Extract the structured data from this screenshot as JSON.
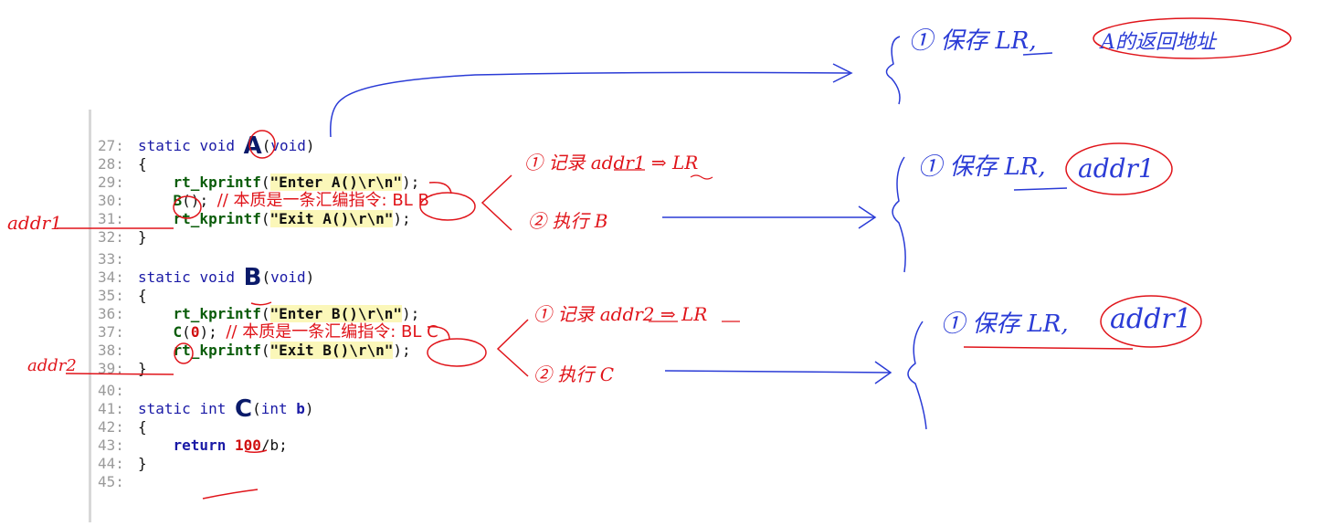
{
  "code": {
    "lines": [
      {
        "n": "27:",
        "parts": [
          {
            "t": "static ",
            "c": "kw"
          },
          {
            "t": "void ",
            "c": "kw"
          },
          {
            "t": "A",
            "c": "big"
          },
          {
            "t": "(",
            "c": "plain"
          },
          {
            "t": "void",
            "c": "kw"
          },
          {
            "t": ")",
            "c": "plain"
          }
        ]
      },
      {
        "n": "28:",
        "parts": [
          {
            "t": "{",
            "c": "plain"
          }
        ]
      },
      {
        "n": "29:",
        "parts": [
          {
            "t": "    ",
            "c": "plain"
          },
          {
            "t": "rt_kprintf",
            "c": "fn"
          },
          {
            "t": "(",
            "c": "plain"
          },
          {
            "t": "\"Enter A()\\r\\n\"",
            "c": "str"
          },
          {
            "t": ");",
            "c": "plain"
          }
        ]
      },
      {
        "n": "30:",
        "parts": [
          {
            "t": "    ",
            "c": "plain"
          },
          {
            "t": "B",
            "c": "fn"
          },
          {
            "t": "(); ",
            "c": "plain"
          },
          {
            "t": "// 本质是一条汇编指令: BL B",
            "c": "cmt"
          }
        ]
      },
      {
        "n": "31:",
        "parts": [
          {
            "t": "    ",
            "c": "plain"
          },
          {
            "t": "rt_kprintf",
            "c": "fn"
          },
          {
            "t": "(",
            "c": "plain"
          },
          {
            "t": "\"Exit A()\\r\\n\"",
            "c": "str"
          },
          {
            "t": ");",
            "c": "plain"
          }
        ]
      },
      {
        "n": "32:",
        "parts": [
          {
            "t": "}",
            "c": "plain"
          }
        ]
      },
      {
        "n": "33:",
        "parts": []
      },
      {
        "n": "34:",
        "parts": [
          {
            "t": "static ",
            "c": "kw"
          },
          {
            "t": "void ",
            "c": "kw"
          },
          {
            "t": "B",
            "c": "big"
          },
          {
            "t": "(",
            "c": "plain"
          },
          {
            "t": "void",
            "c": "kw"
          },
          {
            "t": ")",
            "c": "plain"
          }
        ]
      },
      {
        "n": "35:",
        "parts": [
          {
            "t": "{",
            "c": "plain"
          }
        ]
      },
      {
        "n": "36:",
        "parts": [
          {
            "t": "    ",
            "c": "plain"
          },
          {
            "t": "rt_kprintf",
            "c": "fn"
          },
          {
            "t": "(",
            "c": "plain"
          },
          {
            "t": "\"Enter B()\\r\\n\"",
            "c": "str"
          },
          {
            "t": ");",
            "c": "plain"
          }
        ]
      },
      {
        "n": "37:",
        "parts": [
          {
            "t": "    ",
            "c": "plain"
          },
          {
            "t": "C",
            "c": "fn"
          },
          {
            "t": "(",
            "c": "plain"
          },
          {
            "t": "0",
            "c": "num"
          },
          {
            "t": "); ",
            "c": "plain"
          },
          {
            "t": "// 本质是一条汇编指令: BL C",
            "c": "cmt"
          }
        ]
      },
      {
        "n": "38:",
        "parts": [
          {
            "t": "    ",
            "c": "plain"
          },
          {
            "t": "rt_kprintf",
            "c": "fn"
          },
          {
            "t": "(",
            "c": "plain"
          },
          {
            "t": "\"Exit B()\\r\\n\"",
            "c": "str"
          },
          {
            "t": ");",
            "c": "plain"
          }
        ]
      },
      {
        "n": "39:",
        "parts": [
          {
            "t": "}",
            "c": "plain"
          }
        ]
      },
      {
        "n": "40:",
        "parts": []
      },
      {
        "n": "41:",
        "parts": [
          {
            "t": "static ",
            "c": "kw"
          },
          {
            "t": "int ",
            "c": "kw"
          },
          {
            "t": "C",
            "c": "big"
          },
          {
            "t": "(",
            "c": "plain"
          },
          {
            "t": "int ",
            "c": "kw"
          },
          {
            "t": "b",
            "c": "kw-b"
          },
          {
            "t": ")",
            "c": "plain"
          }
        ]
      },
      {
        "n": "42:",
        "parts": [
          {
            "t": "{",
            "c": "plain"
          }
        ]
      },
      {
        "n": "43:",
        "parts": [
          {
            "t": "    ",
            "c": "plain"
          },
          {
            "t": "return ",
            "c": "kw-b"
          },
          {
            "t": "100",
            "c": "num"
          },
          {
            "t": "/b;",
            "c": "plain"
          }
        ]
      },
      {
        "n": "44:",
        "parts": [
          {
            "t": "}",
            "c": "plain"
          }
        ]
      },
      {
        "n": "45:",
        "parts": []
      }
    ]
  },
  "annotations": {
    "addr1_label": "addr1",
    "addr2_label": "addr2",
    "a_step1": "① 记录 addr1 ⇒ LR",
    "a_step2": "② 执行 B",
    "b_step1": "① 记录 addr2 ⇒ LR",
    "b_step2": "② 执行 C",
    "top_save": "① 保存 LR,",
    "top_circle": "A的返回地址",
    "mid_save": "① 保存 LR,",
    "mid_circle": "addr1",
    "low_save": "① 保存 LR,",
    "low_circle": "addr1"
  },
  "colors": {
    "ink_red": "#e0141a",
    "ink_blue": "#2a3bd6",
    "keyword": "#1a1aa6",
    "function": "#0a5c0a",
    "string_bg": "#fbf7b9",
    "number": "#d01010",
    "line_number": "#9a9a9a"
  }
}
